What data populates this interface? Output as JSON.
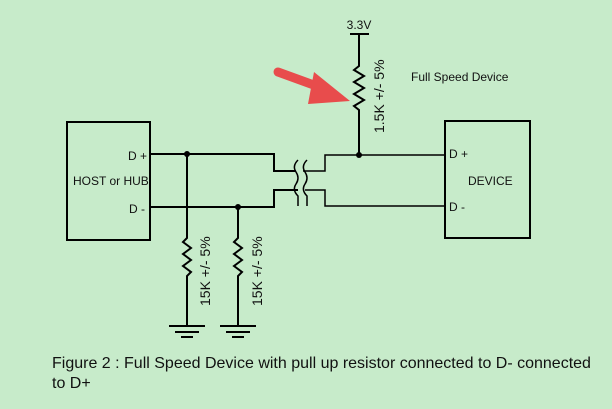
{
  "diagram": {
    "supply_label": "3.3V",
    "pullup_resistor_label": "1.5K +/- 5%",
    "title": "Full Speed Device",
    "host_box": {
      "name": "HOST or HUB",
      "pin_dplus": "D +",
      "pin_dminus": "D -"
    },
    "device_box": {
      "name": "DEVICE",
      "pin_dplus": "D +",
      "pin_dminus": "D -"
    },
    "pulldown_resistors": [
      {
        "label": "15K +/- 5%",
        "net": "D+"
      },
      {
        "label": "15K +/- 5%",
        "net": "D-"
      }
    ],
    "arrow_color": "#e84c4c",
    "background_color": "#c7ebca"
  },
  "caption": "Figure 2 :  Full Speed Device with pull up resistor connected to D- connected to D+"
}
